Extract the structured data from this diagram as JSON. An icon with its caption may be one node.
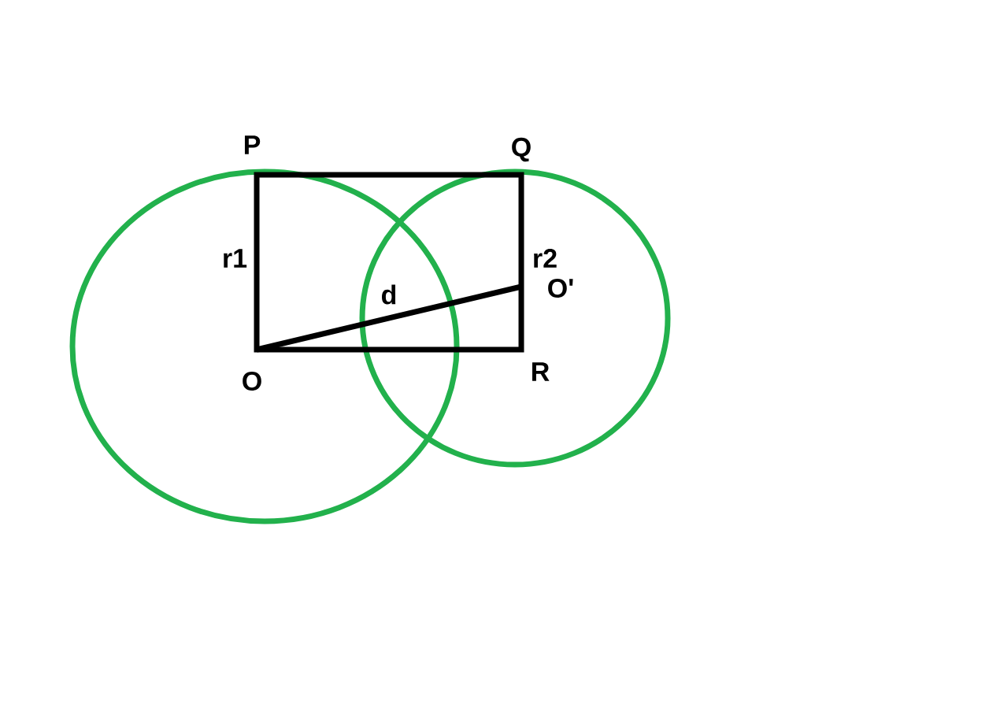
{
  "diagram": {
    "labels": [
      "P",
      "Q",
      "r1",
      "r2",
      "d",
      "O'",
      "O",
      "R"
    ]
  }
}
